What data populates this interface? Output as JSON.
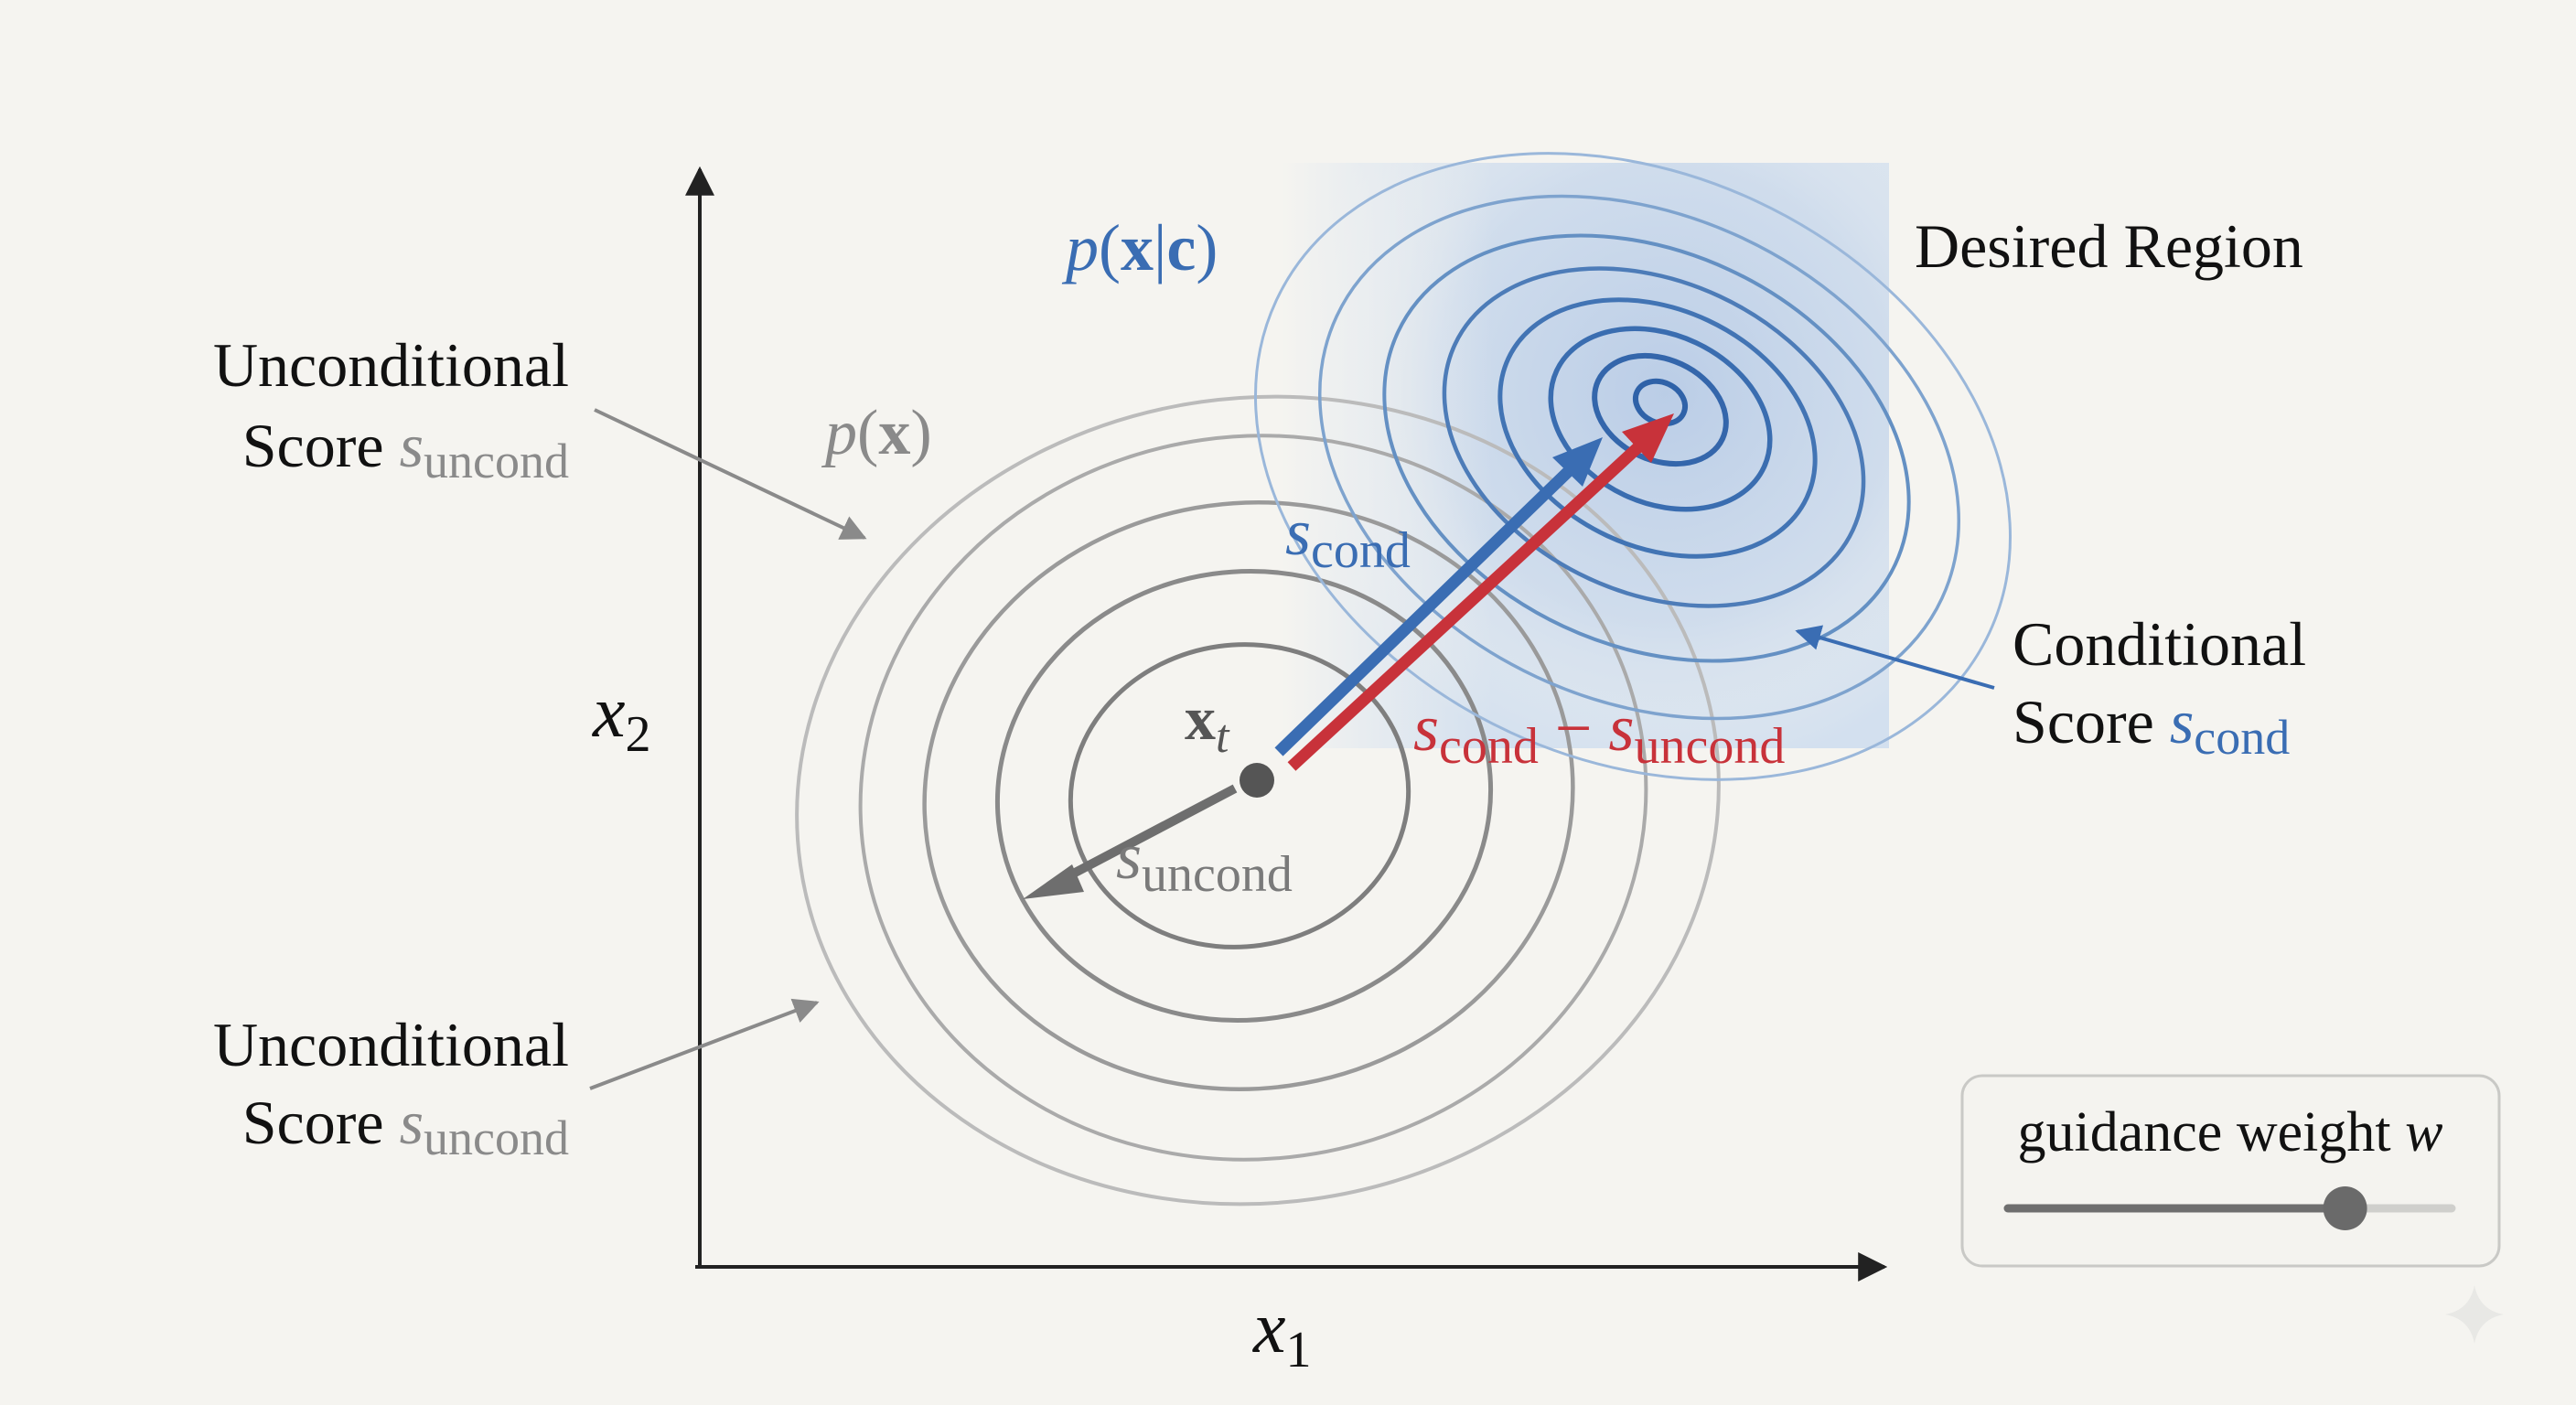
{
  "labels": {
    "unconditional_top": {
      "line1": "Unconditional",
      "line2": "Score ",
      "sym": "s",
      "sub": "uncond"
    },
    "unconditional_bottom": {
      "line1": "Unconditional",
      "line2": "Score ",
      "sym": "s",
      "sub": "uncond"
    },
    "conditional": {
      "line1": "Conditional",
      "line2": "Score ",
      "sym": "s",
      "sub": "cond"
    },
    "desired_region": "Desired Region",
    "p_x": {
      "p": "p",
      "open": "(",
      "x": "x",
      "close": ")"
    },
    "p_x_c": {
      "p": "p",
      "open": "(",
      "x": "x",
      "bar": "|",
      "c": "c",
      "close": ")"
    },
    "x_t": {
      "x": "x",
      "sub": "t"
    },
    "s_cond_vec": {
      "sym": "s",
      "sub": "cond"
    },
    "s_diff_vec": {
      "sym1": "s",
      "sub1": "cond",
      "minus": " − ",
      "sym2": "s",
      "sub2": "uncond"
    },
    "s_uncond_vec": {
      "sym": "s",
      "sub": "uncond"
    },
    "axis_x": {
      "sym": "x",
      "sub": "1"
    },
    "axis_y": {
      "sym": "x",
      "sub": "2"
    }
  },
  "slider": {
    "label": "guidance weight ",
    "sym": "w",
    "value": 0.76
  },
  "colors": {
    "background": "#f5f4f0",
    "axis": "#222222",
    "uncond_contour": "#8c8c8c",
    "cond_contour": "#3d72b4",
    "cond_region": "#cfdcec",
    "blue": "#3a6db3",
    "red": "#c8323a",
    "gray_text": "#8a8a8a",
    "gray_arrow": "#707070",
    "dot": "#555555"
  }
}
